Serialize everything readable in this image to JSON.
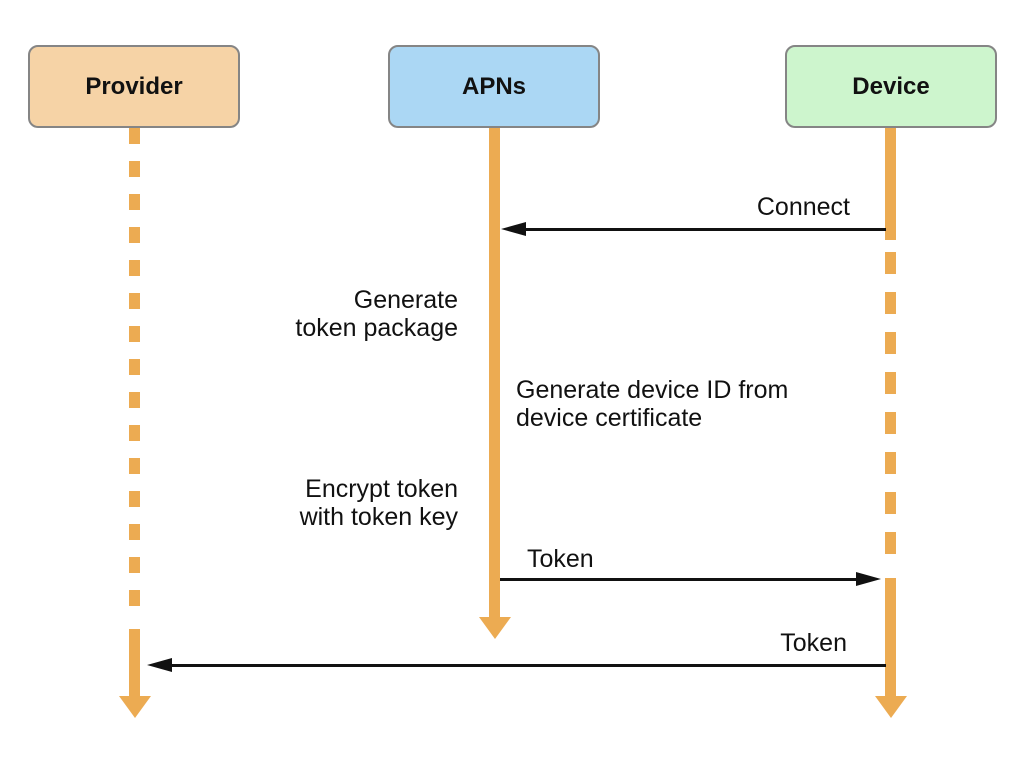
{
  "actors": [
    {
      "label": "Provider",
      "fill": "#F6D3A6"
    },
    {
      "label": "APNs",
      "fill": "#ABD7F4"
    },
    {
      "label": "Device",
      "fill": "#CDF5CD"
    }
  ],
  "messages": [
    {
      "label": "Connect",
      "from": "Device",
      "to": "APNs",
      "direction": "right-to-left"
    },
    {
      "label": "Token",
      "from": "APNs",
      "to": "Device",
      "direction": "left-to-right"
    },
    {
      "label": "Token",
      "from": "Device",
      "to": "Provider",
      "direction": "right-to-left"
    }
  ],
  "notes": [
    {
      "actor": "APNs",
      "side": "left",
      "text": "Generate\ntoken package"
    },
    {
      "actor": "APNs",
      "side": "right",
      "text": "Generate device ID from\ndevice certificate"
    },
    {
      "actor": "APNs",
      "side": "left",
      "text": "Encrypt token\nwith token key"
    }
  ],
  "colors": {
    "lifeline": "#ECAB52",
    "box_border": "#858585",
    "message_arrow": "#111111",
    "provider_fill": "#F6D3A6",
    "apns_fill": "#ABD7F4",
    "device_fill": "#CDF5CD"
  }
}
